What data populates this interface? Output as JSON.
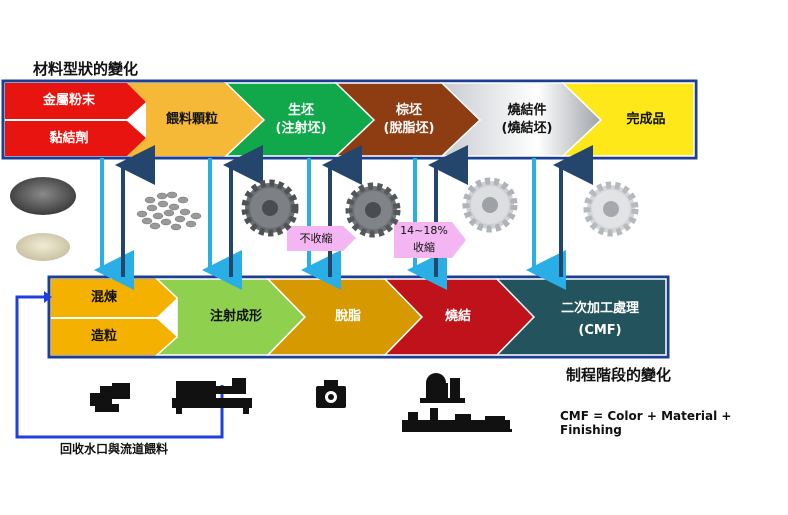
{
  "title_material": "材料型狀的變化",
  "title_process": "制程階段的變化",
  "cmf_formula": "CMF = Color + Material + Finishing",
  "recycle_label": "回收水口與流道餵料",
  "material_stages": [
    {
      "label": "金屬粉末",
      "color": "#e8140f"
    },
    {
      "label": "黏結劑",
      "color": "#e8140f"
    },
    {
      "label": "餵料顆粒",
      "color": "#f5b937"
    },
    {
      "label": "生坯\n(注射坯)",
      "color": "#10a84a"
    },
    {
      "label": "棕坯\n(脫脂坯)",
      "color": "#8e3d12"
    },
    {
      "label": "燒結件\n(燒結坯)",
      "color": "#a7aaae"
    },
    {
      "label": "完成品",
      "color": "#ffe81a"
    }
  ],
  "process_stages": [
    {
      "label": "混煉",
      "color": "#f5b100"
    },
    {
      "label": "造粒",
      "color": "#f5b100"
    },
    {
      "label": "注射成形",
      "color": "#8fd14f"
    },
    {
      "label": "脫脂",
      "color": "#d69a00"
    },
    {
      "label": "燒結",
      "color": "#c0121a"
    },
    {
      "label": "二次加工處理\n(CMF)",
      "color": "#23545d"
    }
  ],
  "shrink_tags": [
    {
      "label": "不收縮",
      "color": "#f4b6f2"
    },
    {
      "label": "14~18%\n收縮",
      "color": "#f4b6f2"
    }
  ],
  "icons": [
    "powder-pile-icon",
    "granules-icon",
    "gear-icon",
    "mixer-machine-icon",
    "injection-machine-icon",
    "debinding-oven-icon",
    "sintering-furnace-icon"
  ]
}
